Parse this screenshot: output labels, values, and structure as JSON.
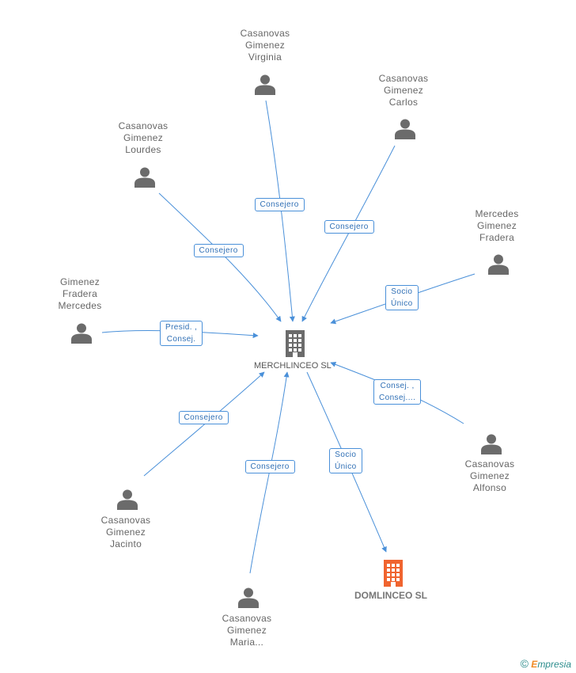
{
  "center": {
    "name": "MERCHLINCEO SL"
  },
  "target": {
    "name": "DOMLINCEO SL"
  },
  "persons": [
    {
      "id": "virginia",
      "lines": [
        "Casanovas",
        "Gimenez",
        "Virginia"
      ]
    },
    {
      "id": "carlos",
      "lines": [
        "Casanovas",
        "Gimenez",
        "Carlos"
      ]
    },
    {
      "id": "lourdes",
      "lines": [
        "Casanovas",
        "Gimenez",
        "Lourdes"
      ]
    },
    {
      "id": "mercedes-fradera",
      "lines": [
        "Mercedes",
        "Gimenez",
        "Fradera"
      ]
    },
    {
      "id": "gimenez-fradera",
      "lines": [
        "Gimenez",
        "Fradera",
        "Mercedes"
      ]
    },
    {
      "id": "alfonso",
      "lines": [
        "Casanovas",
        "Gimenez",
        "Alfonso"
      ]
    },
    {
      "id": "jacinto",
      "lines": [
        "Casanovas",
        "Gimenez",
        "Jacinto"
      ]
    },
    {
      "id": "maria",
      "lines": [
        "Casanovas",
        "Gimenez",
        "Maria..."
      ]
    }
  ],
  "edges": [
    {
      "from": "virginia",
      "to": "center",
      "label": [
        "Consejero"
      ]
    },
    {
      "from": "carlos",
      "to": "center",
      "label": [
        "Consejero"
      ]
    },
    {
      "from": "lourdes",
      "to": "center",
      "label": [
        "Consejero"
      ]
    },
    {
      "from": "mercedes-fradera",
      "to": "center",
      "label": [
        "Socio",
        "Único"
      ]
    },
    {
      "from": "gimenez-fradera",
      "to": "center",
      "label": [
        "Presid. ,",
        "Consej."
      ]
    },
    {
      "from": "alfonso",
      "to": "center",
      "label": [
        "Consej. ,",
        "Consej...."
      ]
    },
    {
      "from": "jacinto",
      "to": "center",
      "label": [
        "Consejero"
      ]
    },
    {
      "from": "maria",
      "to": "center",
      "label": [
        "Consejero"
      ]
    },
    {
      "from": "center",
      "to": "target",
      "label": [
        "Socio",
        "Único"
      ]
    }
  ],
  "colors": {
    "edge": "#4a90d9",
    "person_icon": "#6b6b6b",
    "center_icon": "#6b6b6b",
    "target_icon": "#f0642f"
  },
  "brand": {
    "copyright": "©",
    "initial": "E",
    "rest": "mpresia"
  }
}
